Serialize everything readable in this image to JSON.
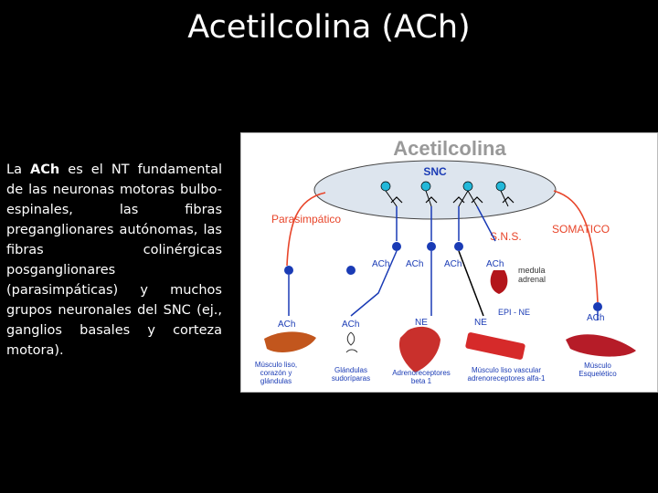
{
  "slide": {
    "title": "Acetilcolina (ACh)",
    "text_intro": "La ",
    "text_bold": "ACh",
    "text_rest": " es el NT fundamental de las neuronas motoras bulbo-espinales, las fibras preganglionares autónomas, las fibras colinérgicas posganglionares (parasimpáticas) y muchos grupos neuronales del SNC (ej., ganglios basales y corteza motora)."
  },
  "diagram": {
    "title": "Acetilcolina",
    "snc": "SNC",
    "parasimpatico": "Parasimpático",
    "sns": "S.N.S.",
    "somatico": "SOMATICO",
    "ach": "ACh",
    "ne": "NE",
    "medula_1": "medula",
    "medula_2": "adrenal",
    "epi_ne": "EPI - NE",
    "target_1": [
      "Músculo liso,",
      "corazón y",
      "glándulas"
    ],
    "target_2": [
      "Glándulas",
      "sudoríparas"
    ],
    "target_3": [
      "Adrenoreceptores",
      "beta 1"
    ],
    "target_4": [
      "Músculo liso vascular",
      "adrenoreceptores alfa-1"
    ],
    "target_5": [
      "Músculo",
      "Esquelético"
    ],
    "colors": {
      "title": "#999999",
      "red_label": "#e8452a",
      "snc_fill": "#dde5ee",
      "neuron": "#1a3bb5",
      "red_line": "#e8452a",
      "cyan": "#23b8d9"
    }
  }
}
